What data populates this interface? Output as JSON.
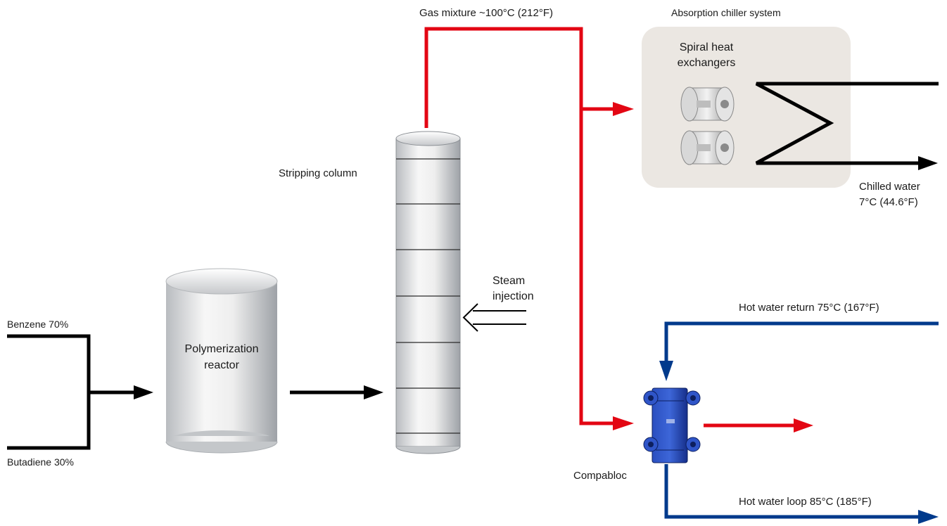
{
  "labels": {
    "gas_mixture": "Gas mixture ~100°C (212°F)",
    "absorption_system": "Absorption chiller system",
    "spiral_line1": "Spiral heat",
    "spiral_line2": "exchangers",
    "stripping_column": "Stripping column",
    "chilled_line1": "Chilled water",
    "chilled_line2": "7°C (44.6°F)",
    "steam_line1": "Steam",
    "steam_line2": "injection",
    "hot_return": "Hot water return 75°C (167°F)",
    "benzene": "Benzene 70%",
    "polymer_line1": "Polymerization",
    "polymer_line2": "reactor",
    "butadiene": "Butadiene 30%",
    "compabloc": "Compabloc",
    "hot_loop": "Hot water loop 85°C (185°F)"
  },
  "colors": {
    "hot_stream": "#e30613",
    "water_loop": "#003a8c",
    "process_line": "#000000",
    "chiller_box": "#ebe7e2",
    "compabloc_body": "#1f3fa8"
  }
}
